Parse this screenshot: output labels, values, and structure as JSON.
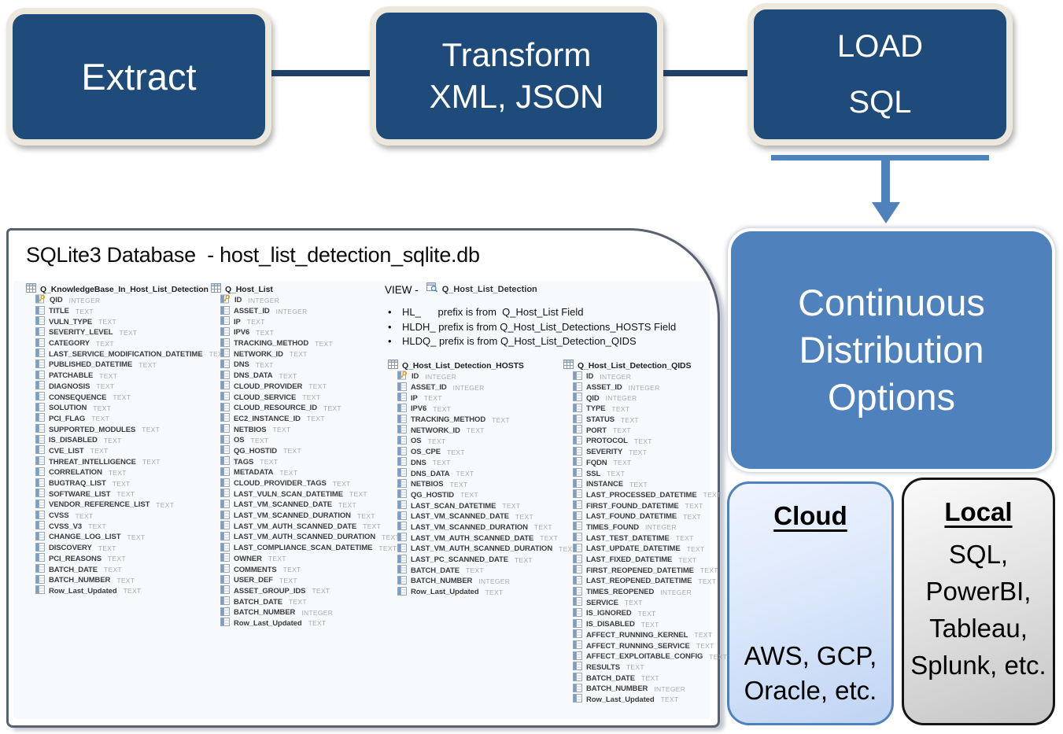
{
  "pipeline": {
    "extract_label": "Extract",
    "transform_line1": "Transform",
    "transform_line2": "XML, JSON",
    "load_line1": "LOAD",
    "load_line2": "SQL"
  },
  "database_panel": {
    "title": "SQLite3 Database  - host_list_detection_sqlite.db",
    "view": {
      "label": "VIEW -",
      "name": "Q_Host_List_Detection",
      "bullets": [
        "HL_      prefix is from  Q_Host_List Field",
        "HLDH_ prefix is from Q_Host_List_Detections_HOSTS Field",
        "HLDQ_ prefix is from Q_Host_List_Detection_QIDS"
      ]
    },
    "tables": [
      {
        "name": "Q_KnowledgeBase_In_Host_List_Detection",
        "slot": "table-col-1",
        "fields": [
          {
            "name": "QID",
            "type": "INTEGER",
            "key": true
          },
          {
            "name": "TITLE",
            "type": "TEXT"
          },
          {
            "name": "VULN_TYPE",
            "type": "TEXT"
          },
          {
            "name": "SEVERITY_LEVEL",
            "type": "TEXT"
          },
          {
            "name": "CATEGORY",
            "type": "TEXT"
          },
          {
            "name": "LAST_SERVICE_MODIFICATION_DATETIME",
            "type": "TEXT"
          },
          {
            "name": "PUBLISHED_DATETIME",
            "type": "TEXT"
          },
          {
            "name": "PATCHABLE",
            "type": "TEXT"
          },
          {
            "name": "DIAGNOSIS",
            "type": "TEXT"
          },
          {
            "name": "CONSEQUENCE",
            "type": "TEXT"
          },
          {
            "name": "SOLUTION",
            "type": "TEXT"
          },
          {
            "name": "PCI_FLAG",
            "type": "TEXT"
          },
          {
            "name": "SUPPORTED_MODULES",
            "type": "TEXT"
          },
          {
            "name": "IS_DISABLED",
            "type": "TEXT"
          },
          {
            "name": "CVE_LIST",
            "type": "TEXT"
          },
          {
            "name": "THREAT_INTELLIGENCE",
            "type": "TEXT"
          },
          {
            "name": "CORRELATION",
            "type": "TEXT"
          },
          {
            "name": "BUGTRAQ_LIST",
            "type": "TEXT"
          },
          {
            "name": "SOFTWARE_LIST",
            "type": "TEXT"
          },
          {
            "name": "VENDOR_REFERENCE_LIST",
            "type": "TEXT"
          },
          {
            "name": "CVSS",
            "type": "TEXT"
          },
          {
            "name": "CVSS_V3",
            "type": "TEXT"
          },
          {
            "name": "CHANGE_LOG_LIST",
            "type": "TEXT"
          },
          {
            "name": "DISCOVERY",
            "type": "TEXT"
          },
          {
            "name": "PCI_REASONS",
            "type": "TEXT"
          },
          {
            "name": "BATCH_DATE",
            "type": "TEXT"
          },
          {
            "name": "BATCH_NUMBER",
            "type": "TEXT"
          },
          {
            "name": "Row_Last_Updated",
            "type": "TEXT"
          }
        ]
      },
      {
        "name": "Q_Host_List",
        "slot": "table-col-2",
        "fields": [
          {
            "name": "ID",
            "type": "INTEGER",
            "key": true
          },
          {
            "name": "ASSET_ID",
            "type": "INTEGER"
          },
          {
            "name": "IP",
            "type": "TEXT"
          },
          {
            "name": "IPV6",
            "type": "TEXT"
          },
          {
            "name": "TRACKING_METHOD",
            "type": "TEXT"
          },
          {
            "name": "NETWORK_ID",
            "type": "TEXT"
          },
          {
            "name": "DNS",
            "type": "TEXT"
          },
          {
            "name": "DNS_DATA",
            "type": "TEXT"
          },
          {
            "name": "CLOUD_PROVIDER",
            "type": "TEXT"
          },
          {
            "name": "CLOUD_SERVICE",
            "type": "TEXT"
          },
          {
            "name": "CLOUD_RESOURCE_ID",
            "type": "TEXT"
          },
          {
            "name": "EC2_INSTANCE_ID",
            "type": "TEXT"
          },
          {
            "name": "NETBIOS",
            "type": "TEXT"
          },
          {
            "name": "OS",
            "type": "TEXT"
          },
          {
            "name": "QG_HOSTID",
            "type": "TEXT"
          },
          {
            "name": "TAGS",
            "type": "TEXT"
          },
          {
            "name": "METADATA",
            "type": "TEXT"
          },
          {
            "name": "CLOUD_PROVIDER_TAGS",
            "type": "TEXT"
          },
          {
            "name": "LAST_VULN_SCAN_DATETIME",
            "type": "TEXT"
          },
          {
            "name": "LAST_VM_SCANNED_DATE",
            "type": "TEXT"
          },
          {
            "name": "LAST_VM_SCANNED_DURATION",
            "type": "TEXT"
          },
          {
            "name": "LAST_VM_AUTH_SCANNED_DATE",
            "type": "TEXT"
          },
          {
            "name": "LAST_VM_AUTH_SCANNED_DURATION",
            "type": "TEXT"
          },
          {
            "name": "LAST_COMPLIANCE_SCAN_DATETIME",
            "type": "TEXT"
          },
          {
            "name": "OWNER",
            "type": "TEXT"
          },
          {
            "name": "COMMENTS",
            "type": "TEXT"
          },
          {
            "name": "USER_DEF",
            "type": "TEXT"
          },
          {
            "name": "ASSET_GROUP_IDS",
            "type": "TEXT"
          },
          {
            "name": "BATCH_DATE",
            "type": "TEXT"
          },
          {
            "name": "BATCH_NUMBER",
            "type": "INTEGER"
          },
          {
            "name": "Row_Last_Updated",
            "type": "TEXT"
          }
        ]
      },
      {
        "name": "Q_Host_List_Detection_HOSTS",
        "slot": "table-col-3",
        "fields": [
          {
            "name": "ID",
            "type": "INTEGER",
            "key": true
          },
          {
            "name": "ASSET_ID",
            "type": "INTEGER"
          },
          {
            "name": "IP",
            "type": "TEXT"
          },
          {
            "name": "IPV6",
            "type": "TEXT"
          },
          {
            "name": "TRACKING_METHOD",
            "type": "TEXT"
          },
          {
            "name": "NETWORK_ID",
            "type": "TEXT"
          },
          {
            "name": "OS",
            "type": "TEXT"
          },
          {
            "name": "OS_CPE",
            "type": "TEXT"
          },
          {
            "name": "DNS",
            "type": "TEXT"
          },
          {
            "name": "DNS_DATA",
            "type": "TEXT"
          },
          {
            "name": "NETBIOS",
            "type": "TEXT"
          },
          {
            "name": "QG_HOSTID",
            "type": "TEXT"
          },
          {
            "name": "LAST_SCAN_DATETIME",
            "type": "TEXT"
          },
          {
            "name": "LAST_VM_SCANNED_DATE",
            "type": "TEXT"
          },
          {
            "name": "LAST_VM_SCANNED_DURATION",
            "type": "TEXT"
          },
          {
            "name": "LAST_VM_AUTH_SCANNED_DATE",
            "type": "TEXT"
          },
          {
            "name": "LAST_VM_AUTH_SCANNED_DURATION",
            "type": "TEXT"
          },
          {
            "name": "LAST_PC_SCANNED_DATE",
            "type": "TEXT"
          },
          {
            "name": "BATCH_DATE",
            "type": "TEXT"
          },
          {
            "name": "BATCH_NUMBER",
            "type": "INTEGER"
          },
          {
            "name": "Row_Last_Updated",
            "type": "TEXT"
          }
        ]
      },
      {
        "name": "Q_Host_List_Detection_QIDS",
        "slot": "table-col-4",
        "fields": [
          {
            "name": "ID",
            "type": "INTEGER"
          },
          {
            "name": "ASSET_ID",
            "type": "INTEGER"
          },
          {
            "name": "QID",
            "type": "INTEGER"
          },
          {
            "name": "TYPE",
            "type": "TEXT"
          },
          {
            "name": "STATUS",
            "type": "TEXT"
          },
          {
            "name": "PORT",
            "type": "TEXT"
          },
          {
            "name": "PROTOCOL",
            "type": "TEXT"
          },
          {
            "name": "SEVERITY",
            "type": "TEXT"
          },
          {
            "name": "FQDN",
            "type": "TEXT"
          },
          {
            "name": "SSL",
            "type": "TEXT"
          },
          {
            "name": "INSTANCE",
            "type": "TEXT"
          },
          {
            "name": "LAST_PROCESSED_DATETIME",
            "type": "TEXT"
          },
          {
            "name": "FIRST_FOUND_DATETIME",
            "type": "TEXT"
          },
          {
            "name": "LAST_FOUND_DATETIME",
            "type": "TEXT"
          },
          {
            "name": "TIMES_FOUND",
            "type": "INTEGER"
          },
          {
            "name": "LAST_TEST_DATETIME",
            "type": "TEXT"
          },
          {
            "name": "LAST_UPDATE_DATETIME",
            "type": "TEXT"
          },
          {
            "name": "LAST_FIXED_DATETIME",
            "type": "TEXT"
          },
          {
            "name": "FIRST_REOPENED_DATETIME",
            "type": "TEXT"
          },
          {
            "name": "LAST_REOPENED_DATETIME",
            "type": "TEXT"
          },
          {
            "name": "TIMES_REOPENED",
            "type": "INTEGER"
          },
          {
            "name": "SERVICE",
            "type": "TEXT"
          },
          {
            "name": "IS_IGNORED",
            "type": "TEXT"
          },
          {
            "name": "IS_DISABLED",
            "type": "TEXT"
          },
          {
            "name": "AFFECT_RUNNING_KERNEL",
            "type": "TEXT"
          },
          {
            "name": "AFFECT_RUNNING_SERVICE",
            "type": "TEXT"
          },
          {
            "name": "AFFECT_EXPLOITABLE_CONFIG",
            "type": "TEXT"
          },
          {
            "name": "RESULTS",
            "type": "TEXT"
          },
          {
            "name": "BATCH_DATE",
            "type": "TEXT"
          },
          {
            "name": "BATCH_NUMBER",
            "type": "INTEGER"
          },
          {
            "name": "Row_Last_Updated",
            "type": "TEXT"
          }
        ]
      }
    ]
  },
  "distribution": {
    "title": "Continuous Distribution Options",
    "cloud_heading": "Cloud",
    "cloud_body": "AWS, GCP, Oracle, etc.",
    "local_heading": "Local",
    "local_body": "SQL, PowerBI, Tableau, Splunk, etc."
  },
  "colors": {
    "etl_box_fill": "#1F4B7A",
    "etl_box_border": "#ECE8DB",
    "connector": "#1E3F66",
    "accent_blue": "#4F81BD",
    "panel_border": "#5A6272"
  }
}
